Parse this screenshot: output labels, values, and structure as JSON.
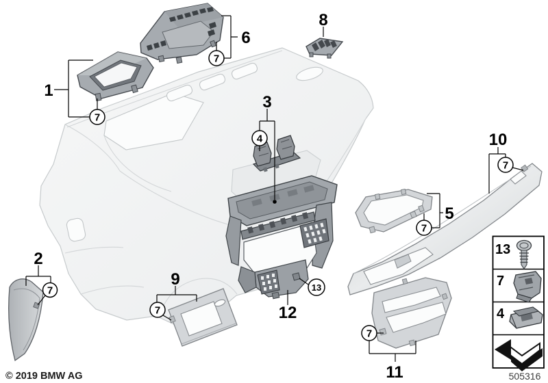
{
  "meta": {
    "copyright": "© 2019 BMW AG",
    "diagram_number": "505316"
  },
  "colors": {
    "background": "#ffffff",
    "panel_ghost": "#f3f4f5",
    "part_dark_gray": "#a6abb0",
    "part_silver": "#d3d6d9",
    "outline_dark": "#45494e",
    "callout_stroke": "#000000"
  },
  "callouts": {
    "part1": "1",
    "part2": "2",
    "part3": "3",
    "part5": "5",
    "part6": "6",
    "part8": "8",
    "part9": "9",
    "part10": "10",
    "part11": "11",
    "part12": "12",
    "fastener4": "4",
    "fastener7": "7",
    "fastener13": "13"
  },
  "legend": {
    "rows": [
      {
        "label": "13",
        "icon": "screw-icon"
      },
      {
        "label": "7",
        "icon": "spring-clip-icon"
      },
      {
        "label": "4",
        "icon": "clamp-clip-icon"
      },
      {
        "icon": "replacement-arrow-icon"
      }
    ]
  }
}
